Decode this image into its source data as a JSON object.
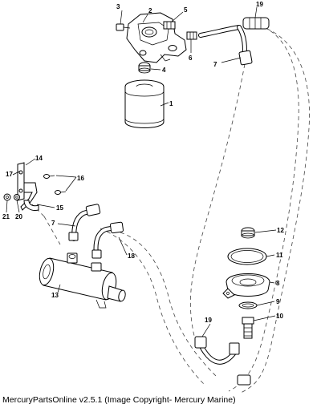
{
  "diagram": {
    "callouts": [
      {
        "id": "c1",
        "label": "1"
      },
      {
        "id": "c2",
        "label": "2"
      },
      {
        "id": "c3",
        "label": "3"
      },
      {
        "id": "c4",
        "label": "4"
      },
      {
        "id": "c5",
        "label": "5"
      },
      {
        "id": "c6",
        "label": "6"
      },
      {
        "id": "c7a",
        "label": "7"
      },
      {
        "id": "c7b",
        "label": "7"
      },
      {
        "id": "c8",
        "label": "8"
      },
      {
        "id": "c9",
        "label": "9"
      },
      {
        "id": "c10",
        "label": "10"
      },
      {
        "id": "c11",
        "label": "11"
      },
      {
        "id": "c12",
        "label": "12"
      },
      {
        "id": "c13",
        "label": "13"
      },
      {
        "id": "c14",
        "label": "14"
      },
      {
        "id": "c15",
        "label": "15"
      },
      {
        "id": "c16",
        "label": "16"
      },
      {
        "id": "c17",
        "label": "17"
      },
      {
        "id": "c18",
        "label": "18"
      },
      {
        "id": "c19a",
        "label": "19"
      },
      {
        "id": "c19b",
        "label": "19"
      },
      {
        "id": "c20",
        "label": "20"
      },
      {
        "id": "c21",
        "label": "21"
      }
    ]
  },
  "footer": {
    "text": "MercuryPartsOnline v2.5.1 (Image Copyright- Mercury Marine)"
  }
}
